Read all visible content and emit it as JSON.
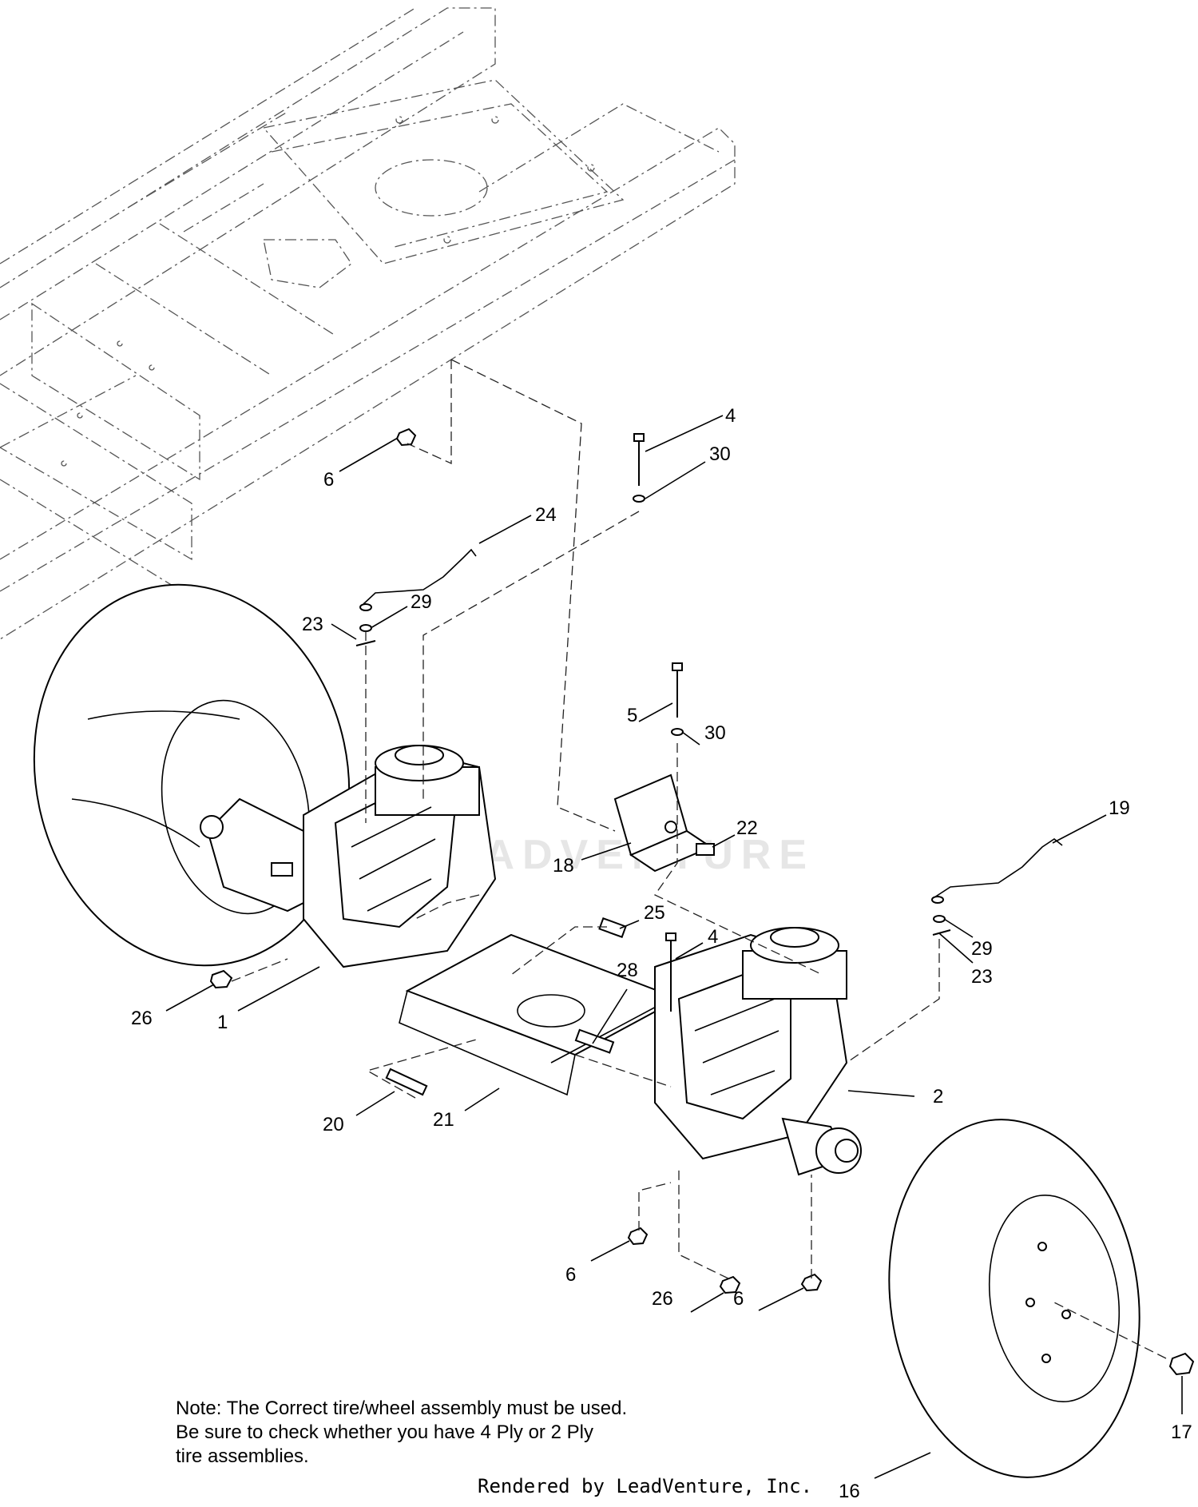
{
  "diagram": {
    "callouts": [
      {
        "id": "c4a",
        "label": "4"
      },
      {
        "id": "c30a",
        "label": "30"
      },
      {
        "id": "c6a",
        "label": "6"
      },
      {
        "id": "c24",
        "label": "24"
      },
      {
        "id": "c29a",
        "label": "29"
      },
      {
        "id": "c23a",
        "label": "23"
      },
      {
        "id": "c5",
        "label": "5"
      },
      {
        "id": "c30b",
        "label": "30"
      },
      {
        "id": "c22",
        "label": "22"
      },
      {
        "id": "c18",
        "label": "18"
      },
      {
        "id": "c19",
        "label": "19"
      },
      {
        "id": "c25",
        "label": "25"
      },
      {
        "id": "c29b",
        "label": "29"
      },
      {
        "id": "c23b",
        "label": "23"
      },
      {
        "id": "c4b",
        "label": "4"
      },
      {
        "id": "c28",
        "label": "28"
      },
      {
        "id": "c26a",
        "label": "26"
      },
      {
        "id": "c1",
        "label": "1"
      },
      {
        "id": "c2",
        "label": "2"
      },
      {
        "id": "c20",
        "label": "20"
      },
      {
        "id": "c21",
        "label": "21"
      },
      {
        "id": "c6b",
        "label": "6"
      },
      {
        "id": "c26b",
        "label": "26"
      },
      {
        "id": "c6c",
        "label": "6"
      },
      {
        "id": "c17",
        "label": "17"
      },
      {
        "id": "c16",
        "label": "16"
      }
    ],
    "note_lines": [
      "Note: The Correct tire/wheel assembly must be used.",
      "Be sure to check whether you have 4 Ply or 2 Ply",
      "tire assemblies."
    ],
    "credit": "Rendered by LeadVenture, Inc.",
    "watermark": "LEADVENTURE"
  }
}
